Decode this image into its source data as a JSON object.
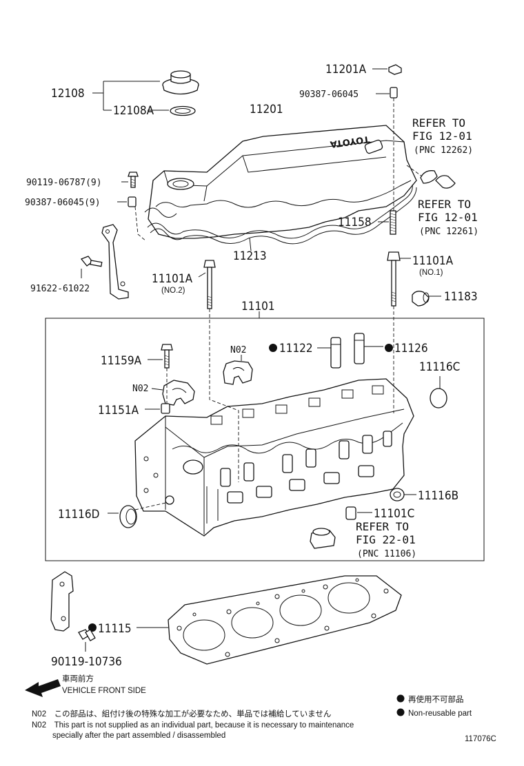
{
  "labels": {
    "p12108": "12108",
    "p12108A": "12108A",
    "p11201A": "11201A",
    "p90387_top": "90387-06045",
    "p11201": "11201",
    "p90119_top": "90119-06787(9)",
    "p90387_9": "90387-06045(9)",
    "p11158": "11158",
    "p11213": "11213",
    "p91622": "91622-61022",
    "p11101A_left": "11101A",
    "p11101A_left_sub": "(NO.2)",
    "p11101A_right": "11101A",
    "p11101A_right_sub": "(NO.1)",
    "p11183": "11183",
    "p11101": "11101",
    "n02_a": "N02",
    "n02_b": "N02",
    "p11122": "11122",
    "p11126": "11126",
    "p11159A": "11159A",
    "p11151A": "11151A",
    "p11116C": "11116C",
    "p11116B": "11116B",
    "p11116D": "11116D",
    "p11101C": "11101C",
    "p11115": "11115",
    "p90119_bottom": "90119-10736"
  },
  "refs": {
    "ref1": [
      "REFER TO",
      "FIG 12-01",
      "(PNC 12262)"
    ],
    "ref2": [
      "REFER TO",
      "FIG 12-01",
      "(PNC 12261)"
    ],
    "ref3": [
      "REFER TO",
      "FIG 22-01",
      "(PNC 11106)"
    ]
  },
  "vehicle_front": {
    "jp": "車両前方",
    "en": "VEHICLE FRONT SIDE"
  },
  "legend": {
    "jp": "再使用不可部品",
    "en": "Non-reusable part"
  },
  "notes": {
    "jp": "N02　この部品は、組付け後の特殊な加工が必要なため、単品では補給していません",
    "en1": "N02　This part is not supplied as an individual part, because it is necessary to maintenance",
    "en2": "specially after the part assembled / disassembled"
  },
  "figure_id": "117076C"
}
